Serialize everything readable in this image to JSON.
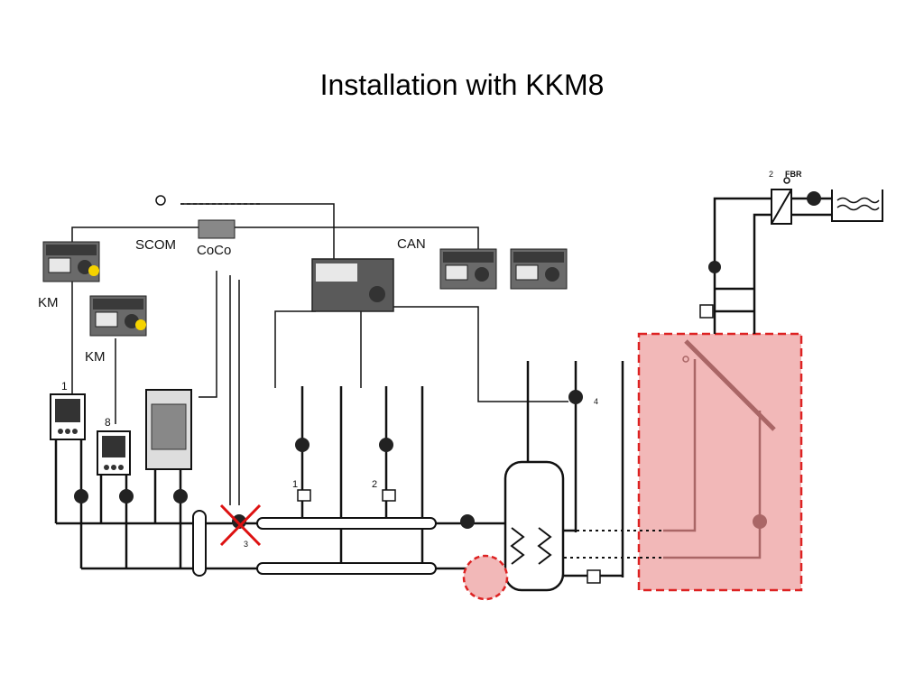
{
  "slide": {
    "title": "Installation with KKM8"
  },
  "labels": {
    "km_a": "KM",
    "km_b": "KM",
    "scom": "SCOM",
    "coco": "CoCo",
    "can": "CAN",
    "fbr": "FBR",
    "boiler_1": "1",
    "boiler_8": "8",
    "circuit_1": "1",
    "circuit_2": "2",
    "fbr_circuit": "2",
    "sensor_3": "3",
    "sensor_4": "4"
  },
  "colors": {
    "pipe": "#111111",
    "solar_fill": "#f2b8b8",
    "solar_border": "#dd2222",
    "cross": "#dd1111",
    "controller": "#555555",
    "display_led": "#f5d300"
  }
}
